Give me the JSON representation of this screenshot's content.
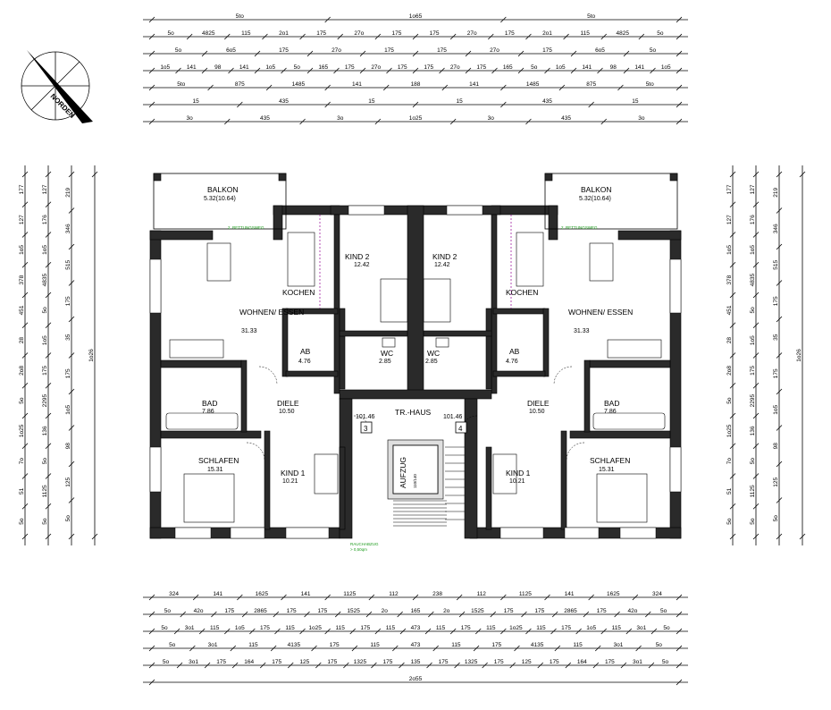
{
  "north": {
    "label": "NORDEN"
  },
  "stair": {
    "label": "TR.-HAUS",
    "level_left": "101.46",
    "level_right": "101.46",
    "unit_left": "3",
    "unit_right": "4"
  },
  "lift": {
    "label": "AUFZUG",
    "size": "110/140"
  },
  "exit_note": {
    "line1": "RAUCHABZUG",
    "line2": "> 0,50qm"
  },
  "rescue_note": "2. RETTUNGSWEG",
  "rooms_left": {
    "balkon": {
      "name": "BALKON",
      "area": "5.32(10.64)"
    },
    "kochen": {
      "name": "KOCHEN"
    },
    "wohnen": {
      "name": "WOHNEN/ ESSEN",
      "area": "31.33"
    },
    "kind2": {
      "name": "KIND 2",
      "area": "12.42"
    },
    "ab": {
      "name": "AB",
      "area": "4.76"
    },
    "wc": {
      "name": "WC",
      "area": "2.85"
    },
    "bad": {
      "name": "BAD",
      "area": "7.86"
    },
    "diele": {
      "name": "DIELE",
      "area": "10.50"
    },
    "kind1": {
      "name": "KIND 1",
      "area": "10.21"
    },
    "schlafen": {
      "name": "SCHLAFEN",
      "area": "15.31"
    }
  },
  "rooms_right": {
    "balkon": {
      "name": "BALKON",
      "area": "5.32(10.64)"
    },
    "kochen": {
      "name": "KOCHEN"
    },
    "wohnen": {
      "name": "WOHNEN/ ESSEN",
      "area": "31.33"
    },
    "kind2": {
      "name": "KIND 2",
      "area": "12.42"
    },
    "ab": {
      "name": "AB",
      "area": "4.76"
    },
    "wc": {
      "name": "WC",
      "area": "2.85"
    },
    "bad": {
      "name": "BAD",
      "area": "7.86"
    },
    "diele": {
      "name": "DIELE",
      "area": "10.50"
    },
    "kind1": {
      "name": "KIND 1",
      "area": "10.21"
    },
    "schlafen": {
      "name": "SCHLAFEN",
      "area": "15.31"
    }
  },
  "dims_top": [
    {
      "labels": [
        "5to",
        "1o65",
        "5to"
      ]
    },
    {
      "labels": [
        "5o",
        "4825",
        "115",
        "2o1",
        "175",
        "27o",
        "175",
        "175",
        "27o",
        "175",
        "2o1",
        "115",
        "4825",
        "5o"
      ]
    },
    {
      "labels": [
        "5o",
        "6o5",
        "175",
        "27o",
        "175",
        "175",
        "27o",
        "175",
        "6o5",
        "5o"
      ]
    },
    {
      "labels": [
        "1o5",
        "141",
        "98",
        "141",
        "1o5",
        "5o",
        "165",
        "175",
        "27o",
        "175",
        "175",
        "27o",
        "175",
        "165",
        "5o",
        "1o5",
        "141",
        "98",
        "141",
        "1o5"
      ]
    },
    {
      "labels": [
        "5to",
        "875",
        "1485",
        "141",
        "188",
        "141",
        "1485",
        "875",
        "5to"
      ]
    },
    {
      "labels": [
        "15",
        "435",
        "15",
        "15",
        "435",
        "15"
      ]
    },
    {
      "labels": [
        "3o",
        "435",
        "3o",
        "1o25",
        "3o",
        "435",
        "3o"
      ]
    }
  ],
  "dims_bottom": [
    {
      "labels": [
        "324",
        "141",
        "1625",
        "141",
        "1125",
        "112",
        "238",
        "112",
        "1125",
        "141",
        "1625",
        "324"
      ]
    },
    {
      "labels": [
        "5o",
        "42o",
        "175",
        "2865",
        "175",
        "175",
        "1525",
        "2o",
        "165",
        "2o",
        "1525",
        "175",
        "175",
        "2865",
        "175",
        "42o",
        "5o"
      ]
    },
    {
      "labels": [
        "5o",
        "3o1",
        "115",
        "1o5",
        "175",
        "115",
        "1o25",
        "115",
        "175",
        "115",
        "473",
        "115",
        "175",
        "115",
        "1o25",
        "115",
        "175",
        "1o5",
        "115",
        "3o1",
        "5o"
      ]
    },
    {
      "labels": [
        "5o",
        "3o1",
        "115",
        "4135",
        "175",
        "115",
        "473",
        "115",
        "175",
        "4135",
        "115",
        "3o1",
        "5o"
      ]
    },
    {
      "labels": [
        "5o",
        "3o1",
        "175",
        "164",
        "175",
        "125",
        "175",
        "1325",
        "175",
        "135",
        "175",
        "1325",
        "175",
        "125",
        "175",
        "164",
        "175",
        "3o1",
        "5o"
      ]
    },
    {
      "labels": [
        "2o55"
      ]
    }
  ],
  "dims_left": [
    {
      "labels": [
        "177",
        "127",
        "1o5",
        "378",
        "451",
        "28",
        "2o8",
        "5o",
        "1o25",
        "7o",
        "51",
        "5o"
      ]
    },
    {
      "labels": [
        "127",
        "176",
        "1o5",
        "4835",
        "5o",
        "1o5",
        "175",
        "2295",
        "136",
        "5o",
        "1125",
        "5o"
      ]
    },
    {
      "labels": [
        "219",
        "346",
        "515",
        "175",
        "35",
        "175",
        "1o5",
        "98",
        "125",
        "5o"
      ]
    },
    {
      "labels": [
        "1o26"
      ]
    }
  ],
  "dims_right": [
    {
      "labels": [
        "177",
        "127",
        "1o5",
        "378",
        "451",
        "28",
        "2o8",
        "5o",
        "1o25",
        "7o",
        "51",
        "5o"
      ]
    },
    {
      "labels": [
        "127",
        "176",
        "1o5",
        "4835",
        "5o",
        "1o5",
        "175",
        "2295",
        "136",
        "5o",
        "1125",
        "5o"
      ]
    },
    {
      "labels": [
        "219",
        "346",
        "515",
        "175",
        "35",
        "175",
        "1o5",
        "98",
        "125",
        "5o"
      ]
    },
    {
      "labels": [
        "1o26"
      ]
    }
  ]
}
